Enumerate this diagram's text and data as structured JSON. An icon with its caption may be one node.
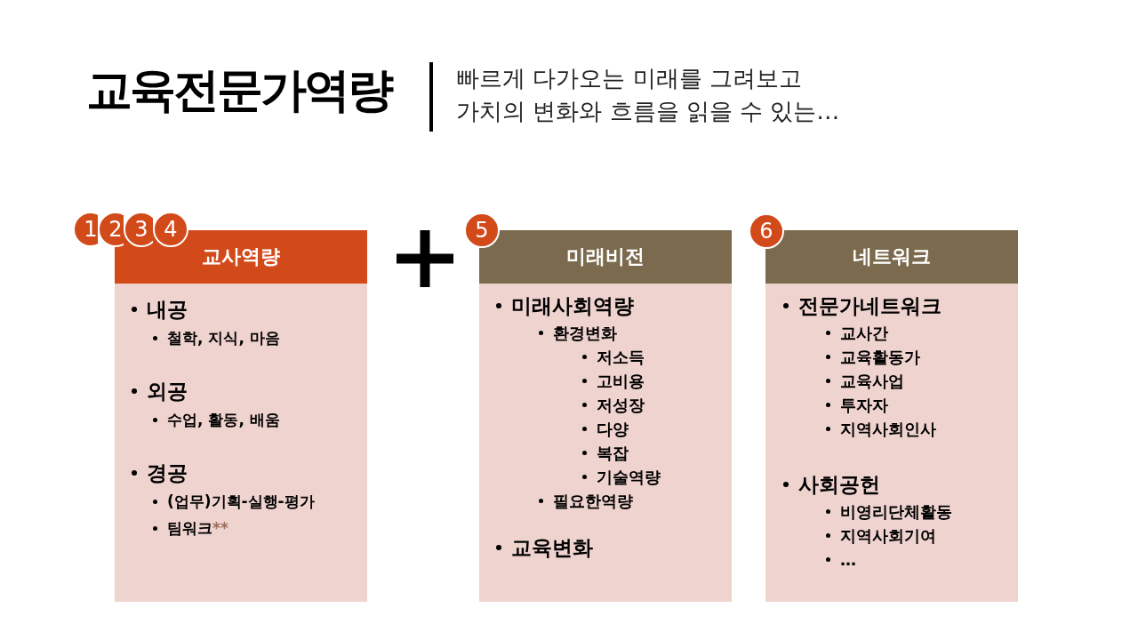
{
  "diagram": {
    "title": "교육전문가역량",
    "nodes": [
      {
        "text": [
          "1"
        ]
      },
      {
        "text": [
          "2"
        ]
      },
      {
        "text": [
          "3"
        ]
      },
      {
        "text": [
          "4"
        ]
      },
      {
        "text": [
          "교사역량",
          "내공",
          "철학, 지식, 마음",
          "외공",
          "수업, 활동, 배움",
          "경공",
          "(업무)기획-실행-평가",
          "팀워크**"
        ]
      },
      {
        "text": [
          "5"
        ]
      },
      {
        "text": [
          "미래비전",
          "미래사회역량",
          "환경변화",
          "저소득",
          "고비용",
          "저성장",
          "다양",
          "복잡",
          "기술역량",
          "필요한역량",
          "교육변화"
        ]
      },
      {
        "text": [
          "6"
        ]
      },
      {
        "text": [
          "네트워크",
          "전문가네트워크",
          "교사간",
          "교육활동가",
          "교육사업",
          "투자자",
          "지역사회인사",
          "사회공헌",
          "비영리단체활동",
          "지역사회기여",
          "…"
        ]
      }
    ],
    "labels": [
      "빠르게 다가오는 미래를 그려보고 가치의 변화와 흐름을 읽을 수 있는…"
    ]
  }
}
